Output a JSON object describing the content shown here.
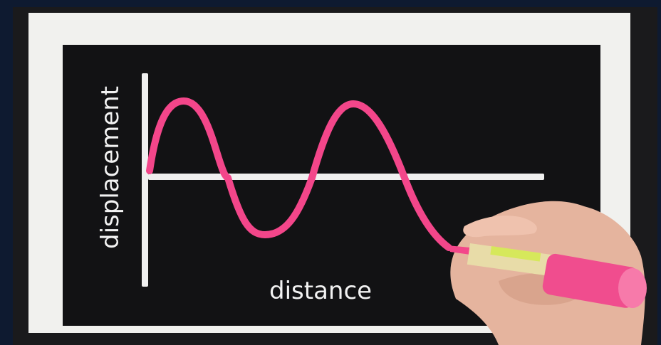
{
  "labels": {
    "vertical_axis": "displacement",
    "horizontal_axis": "distance"
  },
  "colors": {
    "wave": "#f3468a",
    "chalk": "#f2f2f2",
    "board": "#121214",
    "tape": "#f1f1ee"
  },
  "objects": {
    "marker": "pink-chalk-marker",
    "hand": "hand"
  }
}
